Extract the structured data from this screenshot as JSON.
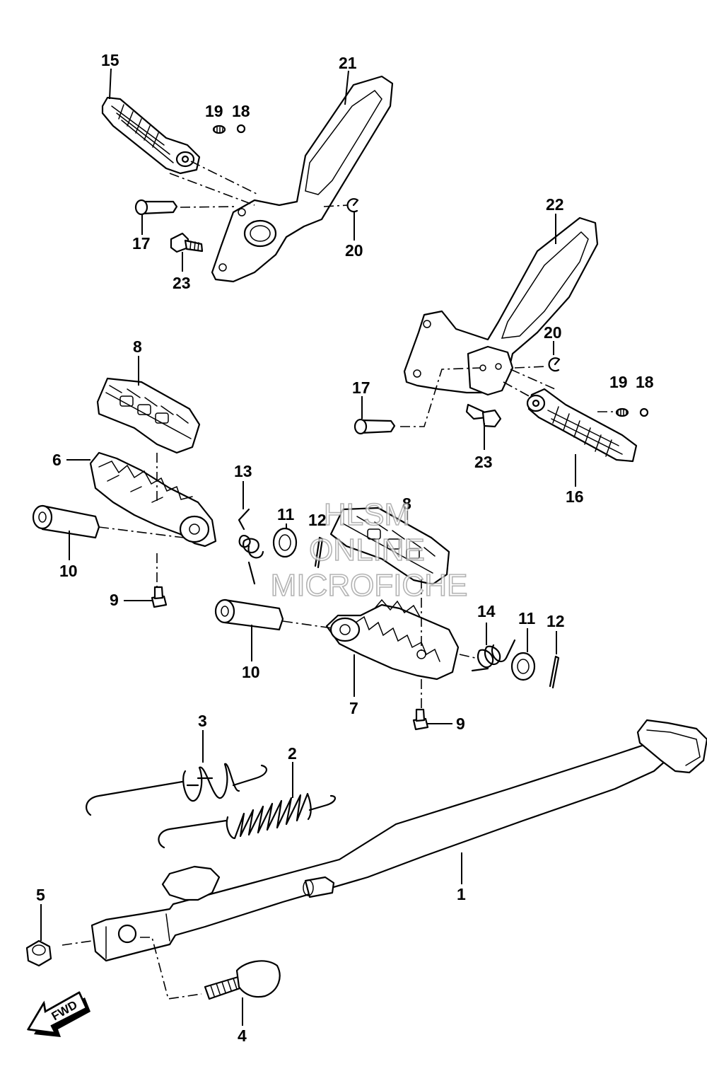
{
  "diagram": {
    "callouts": {
      "c1": "1",
      "c2": "2",
      "c3": "3",
      "c4": "4",
      "c5": "5",
      "c6": "6",
      "c7": "7",
      "c8a": "8",
      "c8b": "8",
      "c9a": "9",
      "c9b": "9",
      "c10a": "10",
      "c10b": "10",
      "c11a": "11",
      "c11b": "11",
      "c12a": "12",
      "c12b": "12",
      "c13": "13",
      "c14": "14",
      "c15": "15",
      "c16": "16",
      "c17a": "17",
      "c17b": "17",
      "c18a": "18",
      "c18b": "18",
      "c19a": "19",
      "c19b": "19",
      "c20a": "20",
      "c20b": "20",
      "c21": "21",
      "c22": "22",
      "c23a": "23",
      "c23b": "23"
    },
    "direction_arrow": {
      "label": "FWD",
      "icon": "forward-arrow-icon"
    }
  },
  "watermark": {
    "line1": "HLSM",
    "line2": "ONLINE",
    "line3": "MICROFICHE"
  }
}
